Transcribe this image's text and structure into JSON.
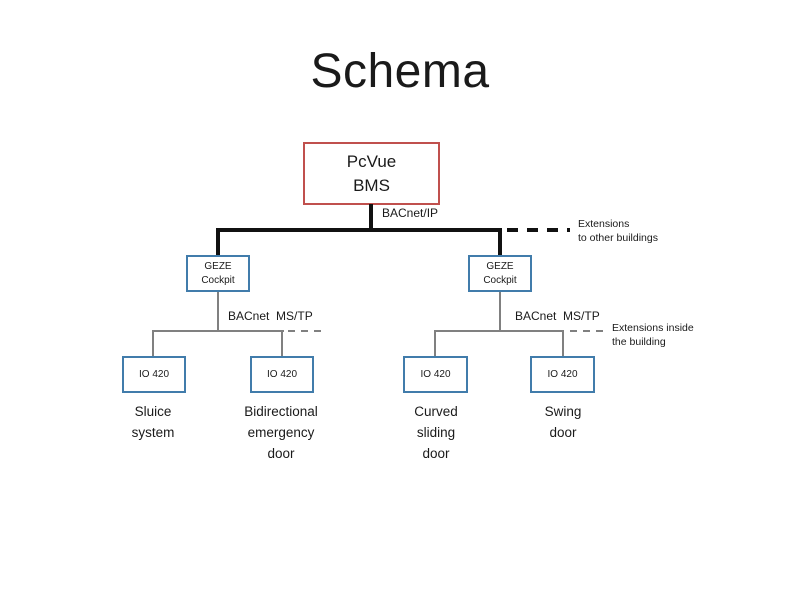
{
  "colors": {
    "accent_red": "#c0504d",
    "accent_blue": "#417cab",
    "line_black": "#111111",
    "line_gray": "#808080",
    "text": "#1a1a1a"
  },
  "title": "Schema",
  "root_box": {
    "label": "PcVue\nBMS"
  },
  "trunk": {
    "protocol_label": "BACnet/IP",
    "extension_label": "Extensions\nto other buildings"
  },
  "controllers": [
    {
      "box_label": "GEZE\nCockpit",
      "bus_label": "BACnet  MS/TP"
    },
    {
      "box_label": "GEZE\nCockpit",
      "bus_label": "BACnet  MS/TP",
      "extension_label": "Extensions inside\nthe building"
    }
  ],
  "io_modules": [
    {
      "box_label": "IO 420",
      "device_label": "Sluice\nsystem"
    },
    {
      "box_label": "IO 420",
      "device_label": "Bidirectional\nemergency\ndoor"
    },
    {
      "box_label": "IO 420",
      "device_label": "Curved\nsliding\ndoor"
    },
    {
      "box_label": "IO 420",
      "device_label": "Swing\ndoor"
    }
  ]
}
